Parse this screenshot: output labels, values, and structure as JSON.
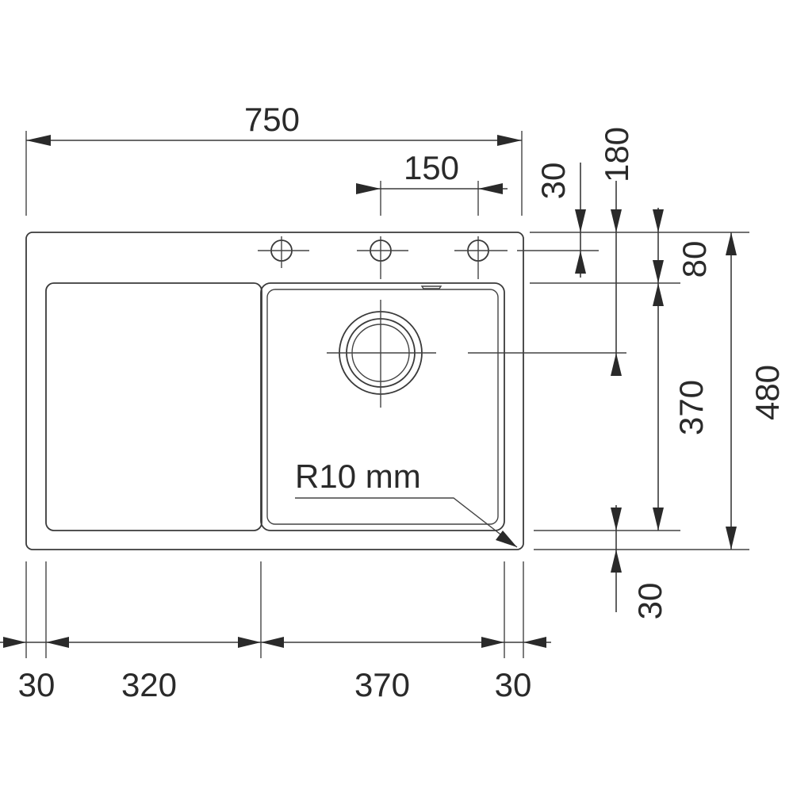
{
  "dimensions": {
    "overall_width": "750",
    "tap_hole_spacing": "150",
    "tap_hole_offset_top": "30",
    "waste_offset_top": "180",
    "bowl_offset_top": "80",
    "bowl_length": "370",
    "overall_length": "480",
    "bowl_offset_bottom": "30",
    "left_margin": "30",
    "drainer_width": "320",
    "bowl_width": "370",
    "right_margin": "30"
  },
  "annotations": {
    "corner_radius": "R10 mm"
  },
  "colors": {
    "line": "#3a3a3a",
    "text": "#2a2a2a",
    "background": "#ffffff"
  }
}
